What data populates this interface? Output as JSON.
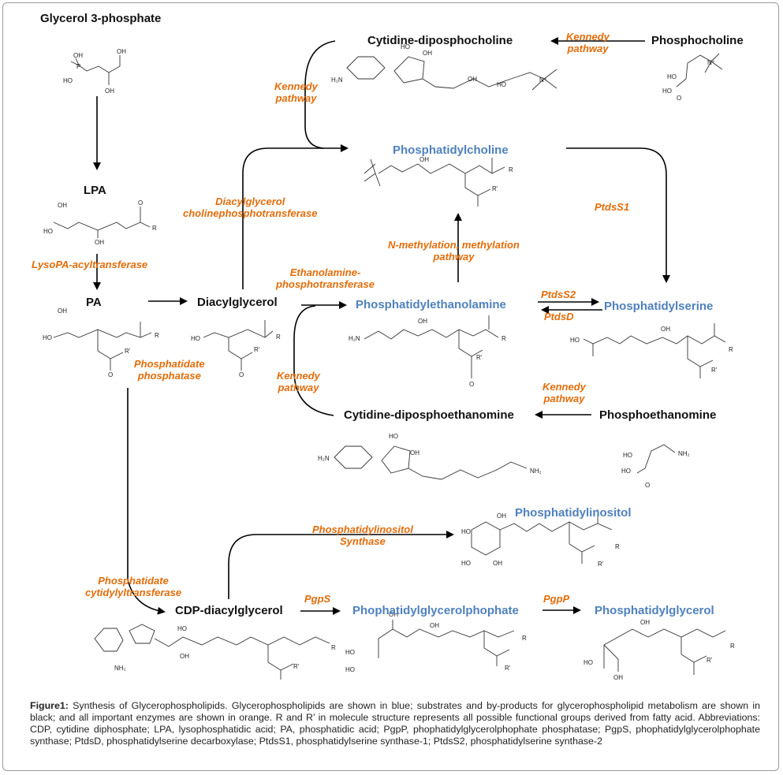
{
  "figure": {
    "title": "Synthesis of Glycerophospholipids",
    "colors": {
      "glycerophospholipid": "#4f81bd",
      "substrate": "#111111",
      "enzyme": "#e36c09"
    },
    "molecules": {
      "g3p": "Glycerol 3-phosphate",
      "lpa": "LPA",
      "pa": "PA",
      "dag": "Diacylglycerol",
      "cdp_choline": "Cytidine-diposphocholine",
      "phosphocholine": "Phosphocholine",
      "cdp_etn": "Cytidine-diposphoethanomine",
      "phosphoetn": "Phosphoethanomine",
      "cdp_dag": "CDP-diacylglycerol"
    },
    "glycerophospholipids": {
      "pc": "Phosphatidylcholine",
      "pe": "Phosphatidylethanolamine",
      "ps": "Phosphatidylserine",
      "pi": "Phosphatidylinositol",
      "pgp": "Phophatidylglycerolphophate",
      "pg": "Phosphatidylglycerol"
    },
    "enzymes": {
      "kennedy_top_left": [
        "Kennedy",
        "pathway"
      ],
      "kennedy_top_right": [
        "Kennedy",
        "pathway"
      ],
      "dag_cpt": [
        "Diacylglycerol",
        "cholinephosphotransferase"
      ],
      "ptdss1": "PtdsS1",
      "lysopa": "LysoPA-acyltransferase",
      "etn_pt": [
        "Ethanolamine-",
        "phosphotransferase"
      ],
      "n_methyl": [
        "N-methylation, methylation",
        "pathway"
      ],
      "ptdss2": "PtdsS2",
      "ptdsd": "PtdsD",
      "pap": [
        "Phosphatidate",
        "phosphatase"
      ],
      "kennedy_mid_left": [
        "Kennedy",
        "pathway"
      ],
      "kennedy_mid_right": [
        "Kennedy",
        "pathway"
      ],
      "pis": [
        "Phosphatidylinositol",
        "Synthase"
      ],
      "pct": [
        "Phosphatidate",
        "cytidylyltransferase"
      ],
      "pgps": "PgpS",
      "pgpp": "PgpP"
    },
    "atoms": {
      "oh": "OH",
      "ho": "HO",
      "o": "O",
      "p": "P",
      "r": "R",
      "r2": "R'",
      "h2n": "H₂N",
      "nh2": "NH₂",
      "n": "N",
      "h": "H",
      "nplus": "N⁺"
    }
  },
  "caption": {
    "label": "Figure1:",
    "text": "Synthesis of Glycerophospholipids. Glycerophospholipids are shown in blue; substrates and by-products for glycerophospholipid metabolism are shown in black; and all important enzymes are shown in orange. R and R’ in molecule structure represents all possible functional groups derived from fatty acid. Abbreviations: CDP, cytidine diphosphate; LPA, lysophosphatidic acid; PA, phosphatidic acid; PgpP, phophatidylglycerolphophate phosphatase; PgpS, phophatidylglycerolphophate synthase; PtdsD, phosphatidylserine decarboxylase; PtdsS1, phosphatidylserine synthase-1; PtdsS2, phosphatidylserine synthase-2"
  }
}
